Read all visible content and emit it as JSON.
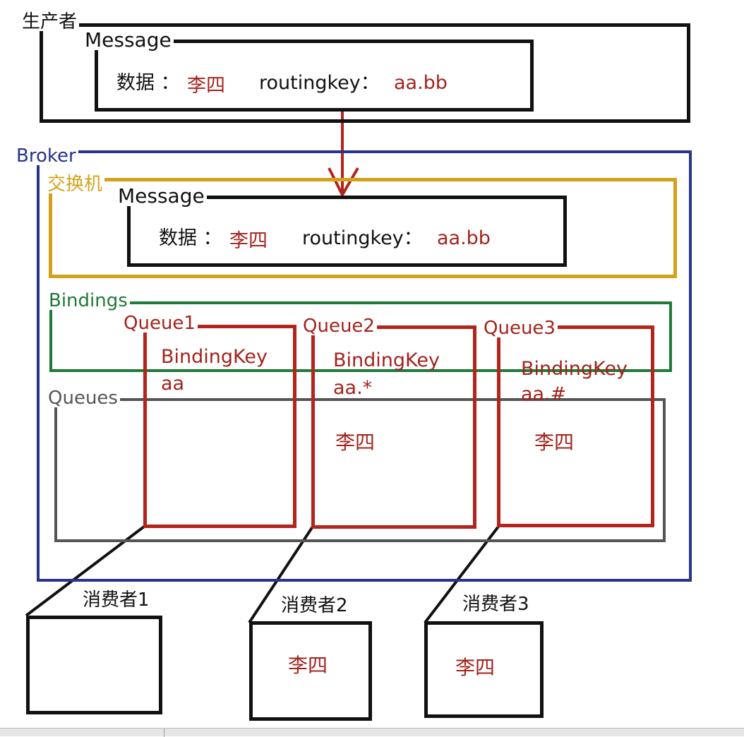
{
  "producer": {
    "label": "生产者",
    "message": {
      "label": "Message",
      "data_key": "数据 ：",
      "data_value": "李四",
      "routing_key": "routingkey：",
      "routing_value": "aa.bb"
    }
  },
  "broker": {
    "label": "Broker",
    "exchange": {
      "label": "交换机",
      "message": {
        "label": "Message",
        "data_key": "数据 ：",
        "data_value": "李四",
        "routing_key": "routingkey：",
        "routing_value": "aa.bb"
      }
    },
    "bindings_label": "Bindings",
    "queues_label": "Queues",
    "queues": [
      {
        "name": "Queue1",
        "binding_key_label": "BindingKey",
        "binding_key": "aa",
        "message": ""
      },
      {
        "name": "Queue2",
        "binding_key_label": "BindingKey",
        "binding_key": "aa.*",
        "message": "李四"
      },
      {
        "name": "Queue3",
        "binding_key_label": "BindingKey",
        "binding_key": "aa.#",
        "message": "李四"
      }
    ]
  },
  "consumers": [
    {
      "label": "消费者1",
      "message": ""
    },
    {
      "label": "消费者2",
      "message": "李四"
    },
    {
      "label": "消费者3",
      "message": "李四"
    }
  ],
  "colors": {
    "producer": "#111111",
    "broker": "#25348a",
    "exchange": "#d4a21a",
    "bindings": "#1f7a37",
    "queues": "#555555",
    "queue": "#b3241b",
    "value_text": "#a3231c",
    "arrow": "#b3241b"
  }
}
